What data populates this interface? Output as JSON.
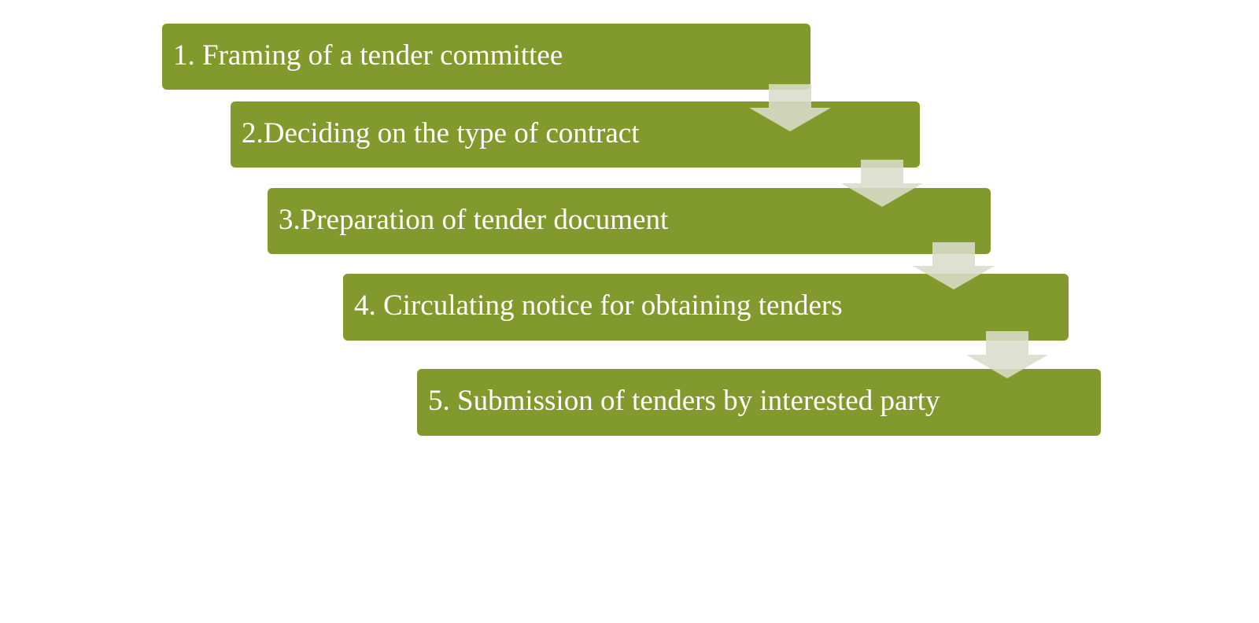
{
  "colors": {
    "step_fill": "#829a2d",
    "arrow_fill": "#d9dccb",
    "background": "#ffffff",
    "text": "#ffffff"
  },
  "steps": [
    {
      "label": "1. Framing of  a tender committee"
    },
    {
      "label": "2.Deciding on the type of  contract"
    },
    {
      "label": "3.Preparation of  tender document"
    },
    {
      "label": "4. Circulating notice for obtaining tenders"
    },
    {
      "label": "5. Submission of  tenders by interested party"
    }
  ],
  "connectors": [
    {
      "icon": "down-arrow-icon"
    },
    {
      "icon": "down-arrow-icon"
    },
    {
      "icon": "down-arrow-icon"
    },
    {
      "icon": "down-arrow-icon"
    }
  ]
}
